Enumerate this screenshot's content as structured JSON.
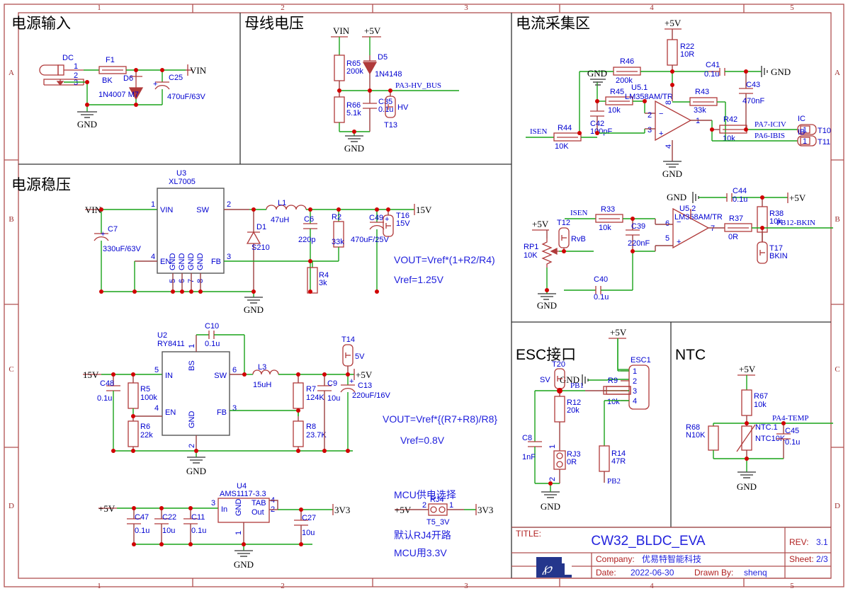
{
  "sheet": {
    "col_labels": [
      "1",
      "2",
      "3",
      "4",
      "5"
    ],
    "row_labels": [
      "A",
      "B",
      "C",
      "D"
    ]
  },
  "sections": {
    "power_input": {
      "title": "电源输入"
    },
    "bus_voltage": {
      "title": "母线电压"
    },
    "current_sense": {
      "title": "电流采集区"
    },
    "power_reg": {
      "title": "电源稳压"
    },
    "esc": {
      "title": "ESC接口"
    },
    "ntc": {
      "title": "NTC"
    }
  },
  "power_input": {
    "connector": {
      "ref": "DC",
      "pins": [
        "1",
        "2",
        "3"
      ]
    },
    "fuse": {
      "ref": "F1",
      "value": "BK"
    },
    "diode": {
      "ref": "D6",
      "value": "1N4007 M7"
    },
    "cap": {
      "ref": "C25",
      "value": "470uF/63V",
      "polarity": "+"
    },
    "port_vin": "VIN",
    "gnd": "GND"
  },
  "bus_voltage": {
    "port_vin": "VIN",
    "port_5v": "+5V",
    "r65": {
      "ref": "R65",
      "value": "200k"
    },
    "r66": {
      "ref": "R66",
      "value": "5.1k"
    },
    "d5": {
      "ref": "D5",
      "value": "1N4148"
    },
    "c35": {
      "ref": "C35",
      "value": "0.1u"
    },
    "t13": {
      "ref": "T13",
      "value": "HV"
    },
    "net": "PA3-HV_BUS",
    "gnd": "GND"
  },
  "current_sense": {
    "port_5v": "+5V",
    "r22": {
      "ref": "R22",
      "value": "10R"
    },
    "r46": {
      "ref": "R46",
      "value": "200k"
    },
    "r45": {
      "ref": "R45",
      "value": "10k"
    },
    "r44": {
      "ref": "R44",
      "value": "10K"
    },
    "r43": {
      "ref": "R43",
      "value": "33k"
    },
    "r42": {
      "ref": "R42",
      "value": "10k"
    },
    "c41": {
      "ref": "C41",
      "value": "0.1u"
    },
    "c42": {
      "ref": "C42",
      "value": "100pF"
    },
    "c43": {
      "ref": "C43",
      "value": "470nF"
    },
    "opamp": {
      "ref": "U5.1",
      "value": "LM358AM/TR",
      "pins": {
        "inv": "2",
        "non_inv": "3",
        "out": "1",
        "vcc": "8",
        "vee": "4"
      }
    },
    "net_isen": "ISEN",
    "net_iciv": "PA7-ICIV",
    "net_ibis": "PA6-IBIS",
    "t10": {
      "ref": "T10",
      "label": "IC",
      "pin": "1"
    },
    "t11": {
      "ref": "T11",
      "label": "IB",
      "pin": "1"
    },
    "gnd_left": "GND",
    "gnd_right": "GND",
    "gnd_bottom": "GND"
  },
  "bkin": {
    "port_5v_left": "+5V",
    "port_5v_right": "+5V",
    "gnd_c44": "GND",
    "rp1": {
      "ref": "RP1",
      "value": "10K"
    },
    "t12": {
      "ref": "T12",
      "value": "RvB"
    },
    "r33": {
      "ref": "R33",
      "value": "10k"
    },
    "c39": {
      "ref": "C39",
      "value": "220nF"
    },
    "c40": {
      "ref": "C40",
      "value": "0.1u"
    },
    "c44": {
      "ref": "C44",
      "value": "0.1u"
    },
    "r38": {
      "ref": "R38",
      "value": "10k"
    },
    "r37": {
      "ref": "R37",
      "value": "0R"
    },
    "t17": {
      "ref": "T17",
      "value": "BKIN"
    },
    "opamp": {
      "ref": "U5.2",
      "value": "LM358AM/TR",
      "pins": {
        "inv": "6",
        "non_inv": "5",
        "out": "7"
      }
    },
    "net_isen": "ISEN",
    "net_bkin": "PB12-BKIN",
    "gnd": "GND"
  },
  "power_reg": {
    "port_vin": "VIN",
    "c7": {
      "ref": "C7",
      "value": "330uF/63V",
      "polarity": "+"
    },
    "u3": {
      "ref": "U3",
      "value": "XL7005",
      "pins": [
        {
          "num": "1",
          "name": "VIN"
        },
        {
          "num": "2",
          "name": "SW"
        },
        {
          "num": "3",
          "name": "FB"
        },
        {
          "num": "4",
          "name": "EN"
        },
        {
          "num": "5",
          "name": "GND"
        },
        {
          "num": "6",
          "name": "GND"
        },
        {
          "num": "7",
          "name": "GND"
        },
        {
          "num": "8",
          "name": "GND"
        }
      ]
    },
    "l1": {
      "ref": "L1",
      "value": "47uH"
    },
    "d1": {
      "ref": "D1",
      "value": "S210"
    },
    "c6": {
      "ref": "C6",
      "value": "220p"
    },
    "r2": {
      "ref": "R2",
      "value": "33k"
    },
    "r4": {
      "ref": "R4",
      "value": "3k"
    },
    "c49": {
      "ref": "C49",
      "value": "470uF/25V",
      "polarity": "+"
    },
    "t16": {
      "ref": "T16",
      "value": "15V"
    },
    "port_15v": "15V",
    "gnd": "GND",
    "note1": "VOUT=Vref*(1+R2/R4)",
    "note2": "Vref=1.25V"
  },
  "buck5v": {
    "port_15v": "15V",
    "c48": {
      "ref": "C48",
      "value": "0.1u"
    },
    "r5": {
      "ref": "R5",
      "value": "100k"
    },
    "r6": {
      "ref": "R6",
      "value": "22k"
    },
    "u2": {
      "ref": "U2",
      "value": "RY8411",
      "pins": [
        {
          "num": "1",
          "name": "BS"
        },
        {
          "num": "2",
          "name": "GND"
        },
        {
          "num": "3",
          "name": "FB"
        },
        {
          "num": "4",
          "name": "EN"
        },
        {
          "num": "5",
          "name": "IN"
        },
        {
          "num": "6",
          "name": "SW"
        }
      ]
    },
    "c10": {
      "ref": "C10",
      "value": "0.1u"
    },
    "l3": {
      "ref": "L3",
      "value": "15uH"
    },
    "r7": {
      "ref": "R7",
      "value": "124K"
    },
    "r8": {
      "ref": "R8",
      "value": "23.7K"
    },
    "c9": {
      "ref": "C9",
      "value": "10u"
    },
    "c13": {
      "ref": "C13",
      "value": "220uF/16V",
      "polarity": "+"
    },
    "t14": {
      "ref": "T14",
      "value": "5V"
    },
    "port_5v": "+5V",
    "gnd": "GND",
    "note1": "VOUT=Vref*{(R7+R8)/R8}",
    "note2": "Vref=0.8V"
  },
  "ldo": {
    "port_5v": "+5V",
    "c47": {
      "ref": "C47",
      "value": "0.1u"
    },
    "c22": {
      "ref": "C22",
      "value": "10u"
    },
    "c11": {
      "ref": "C11",
      "value": "0.1u"
    },
    "u4": {
      "ref": "U4",
      "value": "AMS1117-3.3",
      "pins": [
        {
          "num": "3",
          "name": "In"
        },
        {
          "num": "1",
          "name": "GND"
        },
        {
          "num": "4",
          "name": "TAB"
        },
        {
          "num": "2",
          "name": "Out"
        }
      ]
    },
    "c27": {
      "ref": "C27",
      "value": "10u"
    },
    "port_3v3": "3V3",
    "gnd": "GND"
  },
  "mcu_sel": {
    "title": "MCU供电选择",
    "port_5v": "+5V",
    "rj4": {
      "ref": "RJ4",
      "value": "T5_3V",
      "pin_left": "2",
      "pin_right": "1"
    },
    "port_3v3": "3V3",
    "note1": "默认RJ4开路",
    "note2": "MCU用3.3V"
  },
  "esc": {
    "port_5v": "+5V",
    "gnd_label": "GND",
    "t20": {
      "ref": "T20",
      "value": "SV"
    },
    "c8": {
      "ref": "C8",
      "value": "1nF"
    },
    "r12": {
      "ref": "R12",
      "value": "20k"
    },
    "rj3": {
      "ref": "RJ3",
      "value": "0R",
      "pin_top": "1",
      "pin_bot": "2"
    },
    "r9": {
      "ref": "R9",
      "value": "10k"
    },
    "r14": {
      "ref": "R14",
      "value": "47R"
    },
    "esc1": {
      "ref": "ESC1",
      "pins": [
        "1",
        "2",
        "3",
        "4"
      ]
    },
    "net_pb1": "PB1",
    "net_pb2": "PB2",
    "gnd": "GND"
  },
  "ntc": {
    "port_5v": "+5V",
    "r67": {
      "ref": "R67",
      "value": "10k"
    },
    "r68": {
      "ref": "R68",
      "value": "N10K"
    },
    "ntc": {
      "ref": "NTC.1",
      "value": "NTC10K"
    },
    "c45": {
      "ref": "C45",
      "value": "0.1u"
    },
    "net_temp": "PA4-TEMP",
    "gnd": "GND"
  },
  "titleblock": {
    "title_label": "TITLE:",
    "title_value": "CW32_BLDC_EVA",
    "rev_label": "REV:",
    "rev_value": "3.1",
    "company_label": "Company:",
    "company_value": "优易特智能科技",
    "sheet_label": "Sheet:",
    "sheet_value": "2/3",
    "date_label": "Date:",
    "date_value": "2022-06-30",
    "drawn_label": "Drawn By:",
    "drawn_value": "shenq"
  },
  "colors": {
    "wire_green": "#19a319",
    "wire_red": "#9c4040",
    "part_red": "#b03a3a",
    "label_blue": "#0000d0",
    "junction": "#d00000",
    "frame": "#b05050"
  }
}
